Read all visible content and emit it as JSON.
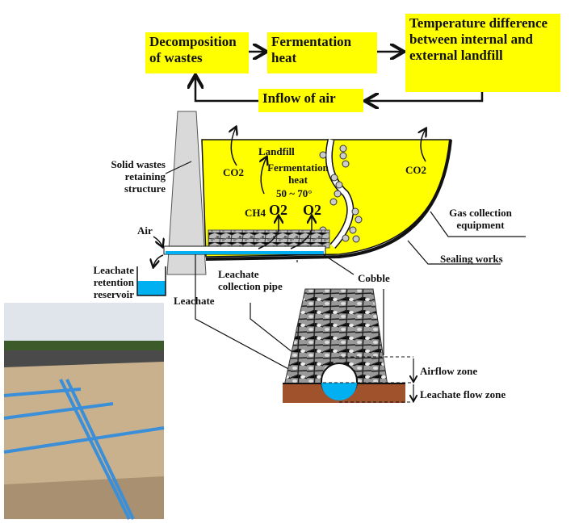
{
  "flow": {
    "decomposition": "Decomposition of wastes",
    "fermentation": "Fermentation heat",
    "temperature": "Temperature difference between internal and external landfill",
    "inflow": "Inflow of air"
  },
  "labels": {
    "solid_wastes": "Solid wastes retaining structure",
    "landfill": "Landfill",
    "fermentation_heat": "Fermentation heat",
    "temp_range": "50 ~ 70°",
    "co2_left": "CO2",
    "co2_right": "CO2",
    "ch4": "CH4",
    "o2_left": "O2",
    "o2_right": "O2",
    "air": "Air",
    "leachate_reservoir": "Leachate retention reservoir",
    "leachate": "Leachate",
    "leachate_pipe": "Leachate collection pipe",
    "cobble": "Cobble",
    "gas_collection": "Gas collection equipment",
    "sealing": "Sealing works",
    "airflow_zone": "Airflow zone",
    "leachate_flow_zone": "Leachate flow zone"
  },
  "colors": {
    "box": "#ffff00",
    "water": "#00b0f0",
    "soil": "#a0522d",
    "wall": "#d9d9d9"
  }
}
